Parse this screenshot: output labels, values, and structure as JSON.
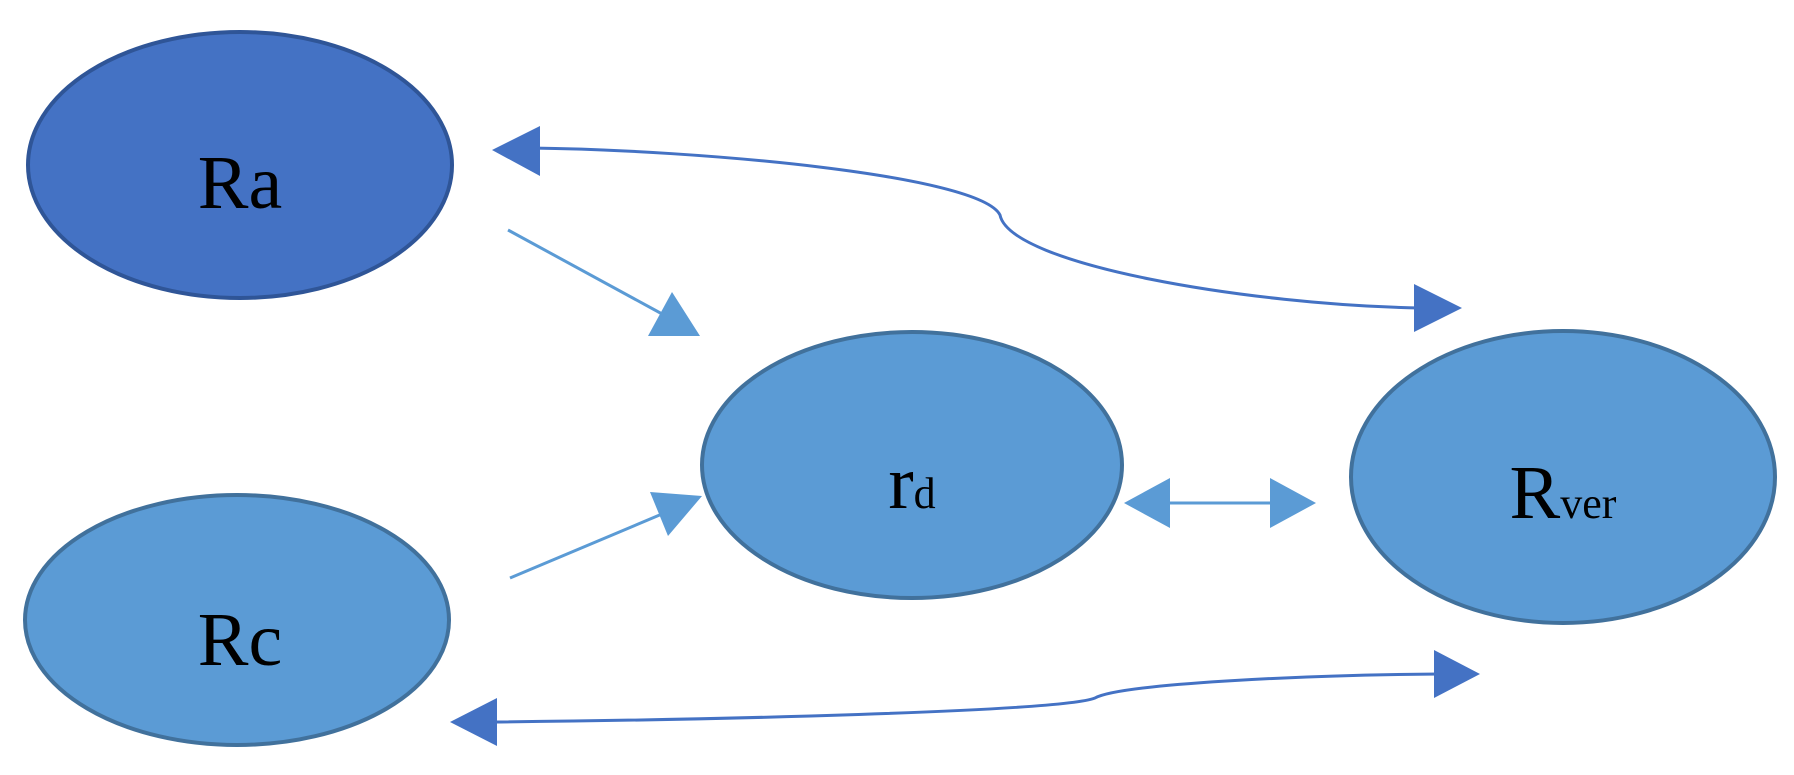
{
  "nodes": {
    "ra": {
      "main": "Ra",
      "sub": "",
      "fill": "#4472c4",
      "stroke": "#2f5597"
    },
    "rc": {
      "main": "Rc",
      "sub": "",
      "fill": "#5b9bd5",
      "stroke": "#41719c"
    },
    "rd": {
      "main": "r",
      "sub": "d",
      "fill": "#5b9bd5",
      "stroke": "#41719c"
    },
    "rver": {
      "main": "R",
      "sub": "ver",
      "fill": "#5b9bd5",
      "stroke": "#41719c"
    }
  },
  "edges": {
    "ra_rver": {
      "color": "#4472c4",
      "bidirectional": true
    },
    "ra_rd": {
      "color": "#5b9bd5",
      "bidirectional": false
    },
    "rc_rd": {
      "color": "#5b9bd5",
      "bidirectional": false
    },
    "rd_rver": {
      "color": "#5b9bd5",
      "bidirectional": true
    },
    "rc_rver": {
      "color": "#4472c4",
      "bidirectional": true
    }
  }
}
